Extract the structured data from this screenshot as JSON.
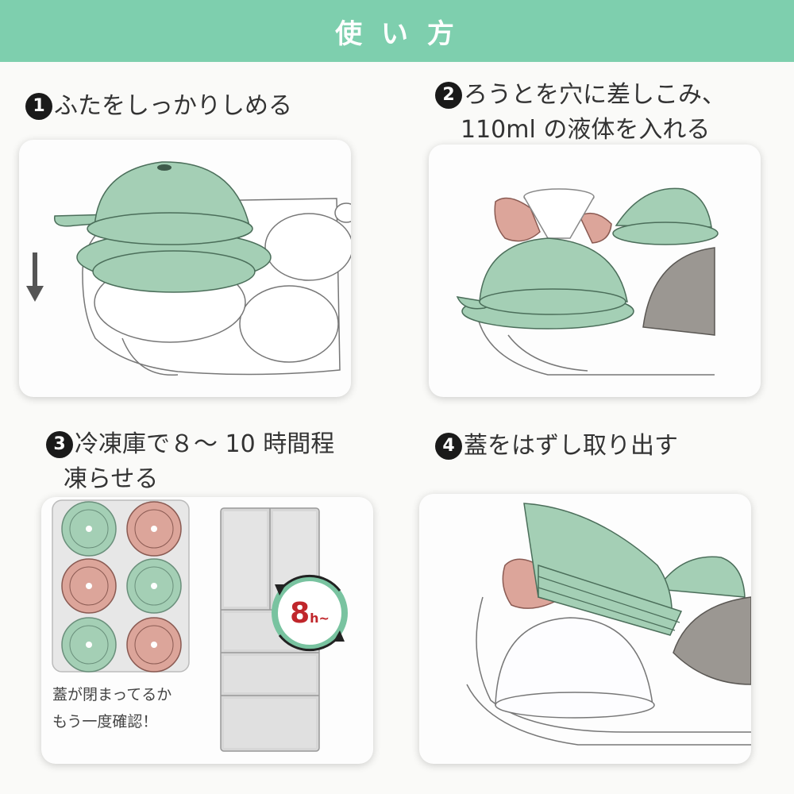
{
  "header": {
    "title": "使 い 方"
  },
  "colors": {
    "header_bg": "#7ecfae",
    "mold_green": "#a4cfb5",
    "mold_pink": "#dca59a",
    "mold_gray": "#9b9792",
    "badge_red": "#c0262b"
  },
  "steps": [
    {
      "number": "1",
      "lines": [
        "ふたをしっかりしめる"
      ]
    },
    {
      "number": "2",
      "lines": [
        "ろうとを穴に差しこみ、",
        "110ml の液体を入れる"
      ]
    },
    {
      "number": "3",
      "lines": [
        "冷凍庫で８～ 10 時間程",
        "凍らせる"
      ]
    },
    {
      "number": "4",
      "lines": [
        "蓋をはずし取り出す"
      ]
    }
  ],
  "step3": {
    "note_lines": [
      "蓋が閉まってるか",
      "もう一度確認！"
    ],
    "freeze_badge": {
      "hours": "8",
      "suffix": "h~"
    }
  },
  "icons": [
    "down-arrow-icon",
    "clockwise-arrow-icon"
  ]
}
